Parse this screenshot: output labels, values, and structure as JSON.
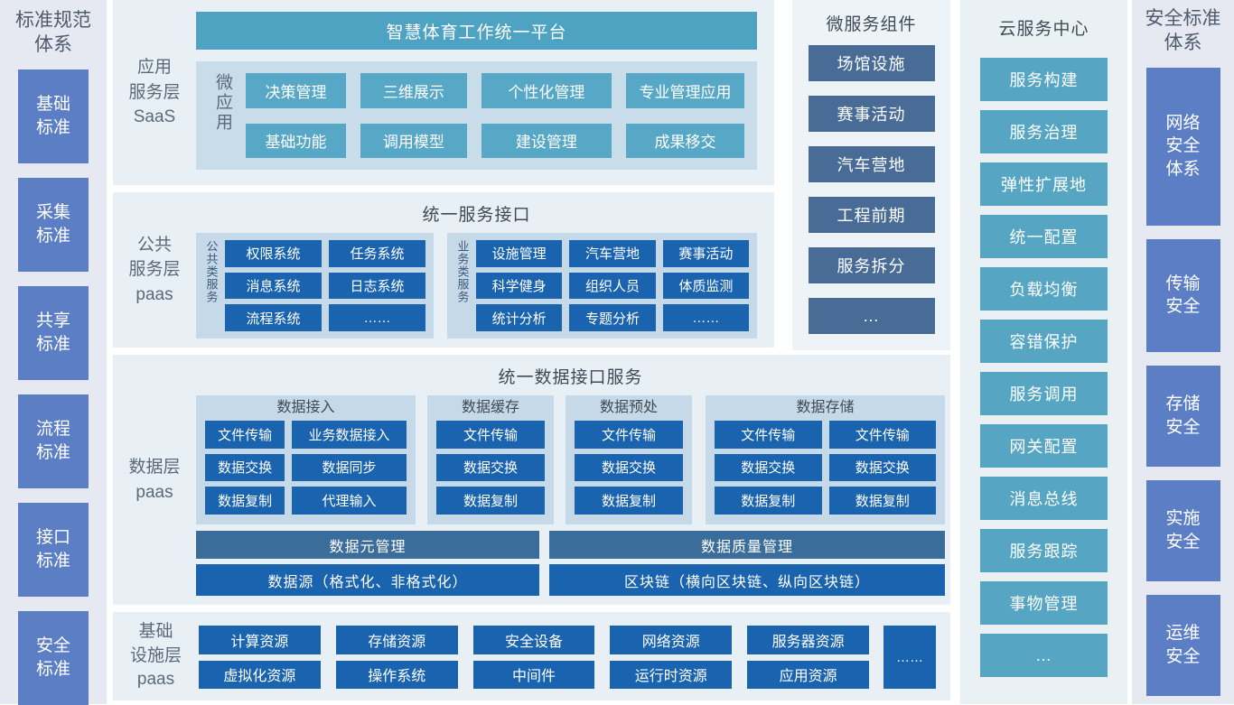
{
  "colors": {
    "page_background": "#ffffff",
    "side_column_background": "#e6e9f1",
    "side_box_blue": "#5b7ec4",
    "panel_background": "#e9f0f5",
    "inner_panel_blue": "#c9dcea",
    "teal_header": "#4fa3c2",
    "teal_button": "#57a8c6",
    "bright_blue_button": "#1a63ae",
    "slate_box": "#486c96",
    "slate_bar": "#3b6d9b",
    "cloud_box_teal": "#56a6c3"
  },
  "left_panel": {
    "title": "标准规范体系",
    "items": [
      "基础标准",
      "采集标准",
      "共享标准",
      "流程标准",
      "接口标准",
      "安全标准"
    ]
  },
  "saas_layer": {
    "label_lines": [
      "应用",
      "服务层",
      "SaaS"
    ],
    "platform_header": "智慧体育工作统一平台",
    "micro_app_label": "微应用",
    "apps": [
      "决策管理",
      "三维展示",
      "个性化管理",
      "专业管理应用",
      "基础功能",
      "调用模型",
      "建设管理",
      "成果移交"
    ]
  },
  "public_layer": {
    "label_lines": [
      "公共",
      "服务层",
      "paas"
    ],
    "title": "统一服务接口",
    "public_services": {
      "label": "公共类服务",
      "items": [
        "权限系统",
        "任务系统",
        "消息系统",
        "日志系统",
        "流程系统",
        "……"
      ]
    },
    "business_services": {
      "label": "业务类服务",
      "items": [
        "设施管理",
        "汽车营地",
        "赛事活动",
        "科学健身",
        "组织人员",
        "体质监测",
        "统计分析",
        "专题分析",
        "……"
      ]
    }
  },
  "data_layer": {
    "label_lines": [
      "数据层",
      "paas"
    ],
    "title": "统一数据接口服务",
    "groups": [
      {
        "title": "数据接入",
        "items": [
          "文件传输",
          "业务数据接入",
          "数据交换",
          "数据同步",
          "数据复制",
          "代理输入"
        ]
      },
      {
        "title": "数据缓存",
        "items": [
          "文件传输",
          "数据交换",
          "数据复制"
        ]
      },
      {
        "title": "数据预处",
        "items": [
          "文件传输",
          "数据交换",
          "数据复制"
        ]
      },
      {
        "title": "数据存储",
        "items": [
          "文件传输",
          "文件传输",
          "数据交换",
          "数据交换",
          "数据复制",
          "数据复制"
        ]
      }
    ],
    "management_bars": [
      "数据元管理",
      "数据质量管理"
    ],
    "resource_bars": [
      "数据源（格式化、非格式化）",
      "区块链（横向区块链、纵向区块链）"
    ]
  },
  "infra_layer": {
    "label_lines": [
      "基础",
      "设施层",
      "paas"
    ],
    "row1": [
      "计算资源",
      "存储资源",
      "安全设备",
      "网络资源",
      "服务器资源"
    ],
    "row2": [
      "虚拟化资源",
      "操作系统",
      "中间件",
      "运行时资源",
      "应用资源"
    ],
    "more": "……"
  },
  "microservices": {
    "title": "微服务组件",
    "items": [
      "场馆设施",
      "赛事活动",
      "汽车营地",
      "工程前期",
      "服务拆分",
      "…"
    ]
  },
  "cloud_center": {
    "title": "云服务中心",
    "items": [
      "服务构建",
      "服务治理",
      "弹性扩展地",
      "统一配置",
      "负载均衡",
      "容错保护",
      "服务调用",
      "网关配置",
      "消息总线",
      "服务跟踪",
      "事物管理",
      "…"
    ]
  },
  "security_panel": {
    "title": "安全标准体系",
    "items": [
      "网络安全体系",
      "传输安全",
      "存储安全",
      "实施安全",
      "运维安全"
    ]
  }
}
